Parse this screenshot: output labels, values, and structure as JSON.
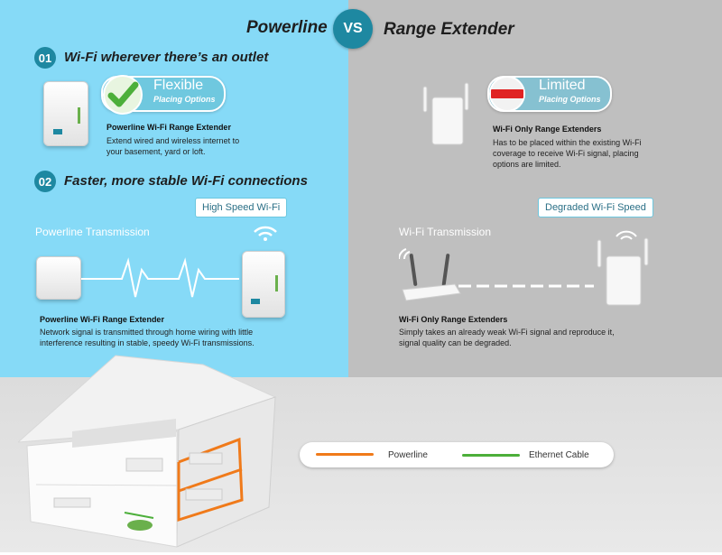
{
  "header": {
    "left_title": "Powerline",
    "vs": "VS",
    "right_title": "Range Extender"
  },
  "section1": {
    "number": "01",
    "heading": "Wi-Fi wherever there’s an outlet",
    "left": {
      "pill_title": "Flexible",
      "pill_subtitle": "Placing Options",
      "product": "Powerline Wi-Fi Range Extender",
      "desc_line1": "Extend wired and wireless internet to",
      "desc_line2": "your basement, yard or loft."
    },
    "right": {
      "pill_title": "Limited",
      "pill_subtitle": "Placing Options",
      "product": "Wi-Fi Only Range Extenders",
      "desc_line1": "Has to be placed within the existing Wi-Fi",
      "desc_line2": "coverage to receive Wi-Fi signal, placing",
      "desc_line3": "options are limited."
    }
  },
  "section2": {
    "number": "02",
    "heading": "Faster, more stable Wi-Fi connections",
    "left": {
      "bubble": "High Speed Wi-Fi",
      "transmission": "Powerline Transmission",
      "product": "Powerline Wi-Fi Range Extender",
      "desc_line1": "Network signal is transmitted through home wiring with little",
      "desc_line2": "interference resulting in stable, speedy Wi-Fi transmissions."
    },
    "right": {
      "bubble": "Degraded Wi-Fi Speed",
      "transmission": "Wi-Fi  Transmission",
      "product": "Wi-Fi Only Range Extenders",
      "desc_line1": "Simply takes an already weak Wi-Fi signal and reproduce it,",
      "desc_line2": "signal quality can be degraded."
    }
  },
  "legend": {
    "powerline": "Powerline",
    "ethernet": "Ethernet Cable"
  },
  "colors": {
    "left_bg": "#86daf7",
    "right_bg": "#bfbfbf",
    "accent": "#1e88a1",
    "powerline": "#f07a1a",
    "ethernet": "#4caf3a",
    "wifi_green": "#6ab04c"
  }
}
